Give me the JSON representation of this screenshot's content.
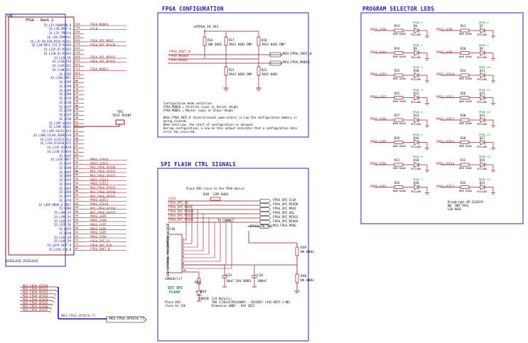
{
  "fpga_bank": {
    "ref": "U4C",
    "name": "FPGA - Bank 2",
    "part": "XC6SLX16-2CSG324C",
    "pins": [
      [
        "IO_L1P_HSWAPEN_0",
        "T15"
      ],
      [
        "IO_L1N_VREF_0",
        "T16"
      ],
      [
        "IO_L2P_CMPCLK",
        "U16"
      ],
      [
        "IO_L2N_CMPMOSI",
        "V16"
      ],
      [
        "IO_L3P_D0_DIN_MISO_MISO1",
        "R13"
      ],
      [
        "IO_L3N_MOSI_CSI_B_MISO0",
        "T13"
      ],
      [
        "IO_L12P_D1_MISO2",
        "U15"
      ],
      [
        "IO_L12N_D2_MISO3",
        "V15"
      ],
      [
        "IO_L13P_M1",
        "U13"
      ],
      [
        "IO_L13N_D10",
        "V13"
      ],
      [
        "IO_L14P_D11",
        "R11"
      ],
      [
        "IO_L14N_D12",
        "T11"
      ],
      [
        "IO_L16P",
        "U11"
      ],
      [
        "IO_L16N_VREF",
        "V11"
      ],
      [
        "IO_L19P",
        "N9"
      ],
      [
        "IO_L19N",
        "P9"
      ],
      [
        "IO_L20P",
        "T9"
      ],
      [
        "IO_L20N",
        "V9"
      ],
      [
        "IO_L21P",
        "R8"
      ],
      [
        "IO_L21N",
        "T8"
      ],
      [
        "IO_L22P",
        "N8"
      ],
      [
        "IO_L22N",
        "P8"
      ],
      [
        "IO_L23P",
        "U8"
      ],
      [
        "IO_L23N",
        "V8"
      ],
      [
        "IO_L29P_GCLK3",
        "U7"
      ],
      [
        "IO_L29N_GCLK2",
        "V7"
      ],
      [
        "IO_L30P_GCLK1_D13",
        "T7"
      ],
      [
        "IO_L30N_GCLK0_USERCCLK",
        "V6"
      ],
      [
        "IO_L31P_GCLK31_D14",
        "U6"
      ],
      [
        "IO_L31N_GCLK30_D15",
        "T6"
      ],
      [
        "IO_L32P_GCLK29",
        "R7"
      ],
      [
        "IO_L32N_GCLK28",
        "T5"
      ],
      [
        "IO_L41P",
        "R5"
      ],
      [
        "IO_L41N_VREF",
        "T4"
      ],
      [
        "IO_L43P",
        "U5"
      ],
      [
        "IO_L43N",
        "V5"
      ],
      [
        "IO_L44P",
        "N6"
      ],
      [
        "IO_L44N",
        "P6"
      ],
      [
        "IO_L45P",
        "U4"
      ],
      [
        "IO_L45N",
        "V4"
      ],
      [
        "IO_L46P",
        "M6"
      ],
      [
        "IO_L46N",
        "N5"
      ],
      [
        "IO_L47P",
        "R3"
      ],
      [
        "IO_L47N",
        "T3"
      ],
      [
        "IO_L48P_RDWR_B_VREF",
        "U3"
      ],
      [
        "IO_L48N",
        "V3"
      ],
      [
        "IO_L49P_D3",
        "N4"
      ],
      [
        "IO_L49N_D4",
        "P4"
      ],
      [
        "IO_L62P_D5",
        "P3"
      ],
      [
        "IO_L62N_D6",
        "T2"
      ],
      [
        "IO_L63P",
        "U2"
      ],
      [
        "IO_L63N",
        "V2"
      ],
      [
        "IO_L64P_D8",
        "U1"
      ],
      [
        "IO_L64N_D9",
        "V1"
      ],
      [
        "IO_L65P_INIT_B",
        "T1"
      ],
      [
        "IO_L65N_CSO_B",
        "U1"
      ]
    ],
    "net_labels": [
      {
        "row": 0,
        "text": "FPGA_MODE0"
      },
      {
        "row": 1,
        "text": "CCLK"
      },
      {
        "row": 4,
        "text": "FPGA_SPI_MOSI"
      },
      {
        "row": 5,
        "text": "FPGA_SPI_MISO0"
      },
      {
        "row": 8,
        "text": "FPGA_SPI_MISO2"
      },
      {
        "row": 9,
        "text": "FPGA_SPI_MISO3"
      },
      {
        "row": 11,
        "text": "FPGA_MODE1"
      },
      {
        "row": 33,
        "text": "PROG_LED14"
      },
      {
        "row": 34,
        "text": "PROG_LED15"
      },
      {
        "row": 35,
        "text": "MCU_FPGA_GPIO0"
      },
      {
        "row": 36,
        "text": "MCU_FPGA_GPIO1"
      },
      {
        "row": 37,
        "text": "MCU_FPGA_GPIO2"
      },
      {
        "row": 38,
        "text": "PROG_LED13"
      },
      {
        "row": 39,
        "text": "PROG_LED12"
      },
      {
        "row": 40,
        "text": "MCU_FPGA_GPIO3"
      },
      {
        "row": 41,
        "text": "MCU_FPGA_GPIO4"
      },
      {
        "row": 42,
        "text": "MCU_FPGA_GPIO5"
      },
      {
        "row": 43,
        "text": "PROG_LED11"
      },
      {
        "row": 44,
        "text": "PROG_LED10"
      },
      {
        "row": 45,
        "text": "MCU_FPGA_GPIO6"
      },
      {
        "row": 46,
        "text": "MCU_FPGA_GPIO7"
      },
      {
        "row": 47,
        "text": "PROG_LED9"
      },
      {
        "row": 48,
        "text": "PROG_LED8"
      },
      {
        "row": 49,
        "text": "PROG_LED7"
      },
      {
        "row": 50,
        "text": "PROG_LED6"
      },
      {
        "row": 51,
        "text": "PROG_LED5"
      },
      {
        "row": 52,
        "text": "PROG_LED4"
      },
      {
        "row": 53,
        "text": "FPGA_SPI_SS"
      },
      {
        "row": 54,
        "text": "FPGA_SPI_SCK"
      },
      {
        "row": 55,
        "text": "FPGA_INIT_B"
      }
    ],
    "test_point": {
      "ref": "TP2",
      "label": "TEST POINT"
    }
  },
  "gpio_bus": {
    "nets": [
      "MCU_FPGA_GPIO0",
      "MCU_FPGA_GPIO1",
      "MCU_FPGA_GPIO2",
      "MCU_FPGA_GPIO3",
      "MCU_FPGA_GPIO4",
      "MCU_FPGA_GPIO5",
      "MCU_FPGA_GPIO6",
      "MCU_FPGA_GPIO7"
    ],
    "bus_label": "MCU_FPGA_GPIO[0:7]",
    "port_label": "MCU_FPGA_GPIO[0:7]"
  },
  "fpga_config": {
    "title": "FPGA CONFIGURATION",
    "supply": "+VFPGA_IO_3V3",
    "resistors": [
      {
        "ref": "R16",
        "value": "10K 0402"
      },
      {
        "ref": "R17",
        "value": "2K43 0402 DNP"
      },
      {
        "ref": "R18",
        "value": "2K43 0402 DNP"
      },
      {
        "ref": "R21",
        "value": "2K43 0402 DNP"
      },
      {
        "ref": "R22",
        "value": "2K43 0402"
      }
    ],
    "nets": [
      "FPGA_INIT_B",
      "FPGA_MODE0",
      "FPGA_MODE1"
    ],
    "ports": [
      "MCU_FPGA_INIT_B",
      "MCU_FPGA_MODE1"
    ],
    "notes": [
      "Configuration mode selection:",
      "FPGA_MODE0 = Parallel (Low) or Serial (High)",
      "FPGA_MODE1 = Master (Low) or Slave (High)",
      "",
      "When FPGA_INIT_B (bidirectional open-drain) is Low the configuration memory is",
      "being cleared.",
      "When held Low, the start of configuration is delayed.",
      "During configuration, a Low on this output indicates that a  configuration data",
      "error has occurred."
    ]
  },
  "program_leds": {
    "title": "PROGRAM SELECTOR LEDS",
    "left": [
      {
        "net": "PROG_LED0",
        "r": "R14",
        "d": "D8",
        "fn": "PROG 0"
      },
      {
        "net": "PROG_LED1",
        "r": "R19",
        "d": "D9",
        "fn": "PROG 1"
      },
      {
        "net": "PROG_LED2",
        "r": "R23",
        "d": "D10",
        "fn": "PROG 2"
      },
      {
        "net": "PROG_LED3",
        "r": "R25",
        "d": "D12",
        "fn": "PROG 3"
      },
      {
        "net": "PROG_LED4",
        "r": "R27",
        "d": "D14",
        "fn": "PROG 4"
      },
      {
        "net": "PROG_LED5",
        "r": "R29",
        "d": "D16",
        "fn": "PROG 5"
      },
      {
        "net": "PROG_LED6",
        "r": "R31",
        "d": "D18",
        "fn": "PROG 6"
      },
      {
        "net": "PROG_LED7",
        "r": "R33",
        "d": "D20",
        "fn": "PROG 7"
      }
    ],
    "right": [
      {
        "net": "PROG_LED8",
        "r": "R15",
        "d": "D7",
        "fn": "PROG 8"
      },
      {
        "net": "PROG_LED9",
        "r": "R20",
        "d": "D9",
        "fn": "PROG 9"
      },
      {
        "net": "PROG_LED10",
        "r": "R24",
        "d": "D11",
        "fn": "PROG 10"
      },
      {
        "net": "PROG_LED11",
        "r": "R26",
        "d": "D13",
        "fn": "PROG 11"
      },
      {
        "net": "PROG_LED12",
        "r": "R28",
        "d": "D15",
        "fn": "PROG 12"
      },
      {
        "net": "PROG_LED13",
        "r": "R30",
        "d": "D17",
        "fn": "PROG 13"
      },
      {
        "net": "PROG_LED14",
        "r": "R32",
        "d": "D19",
        "fn": "PROG 14"
      },
      {
        "net": "PROG_LED15",
        "r": "R34",
        "d": "D21",
        "fn": "PROG 15"
      }
    ],
    "res_value": "68R 0402",
    "led_color": "YELLOW",
    "footnote": [
      "Kingbright KP-2236SYC",
      "NB: 2ND-TPAS",
      "LED 0603"
    ]
  },
  "spi_flash": {
    "title": "SPI FLASH CTRL SIGNALS",
    "place_note": "Place R39 close to the FPGA device",
    "r39": {
      "ref": "R38",
      "value": "22R 0402"
    },
    "nets": [
      "CCLK",
      "FPGA_SPI_SS",
      "FPGA_SPI_MOSI",
      "FPGA_SPI_MISO0",
      "FPGA_SPI_MISO2",
      "FPGA_SPI_MISO3"
    ],
    "ports": [
      "FPGA_SPI_CCLK",
      "FPGA_SPI_MISO0",
      "FPGA_SPI_MOSI",
      "FPGA_SPI_SEL",
      "FPGA_SPI_MISO2",
      "FPGA_SPI_MISO3",
      "MCU_FPGA_PROG"
    ],
    "to_connect": "TO CONNECT",
    "supply": "+VFPGA_IO_3V3",
    "j10": "J10",
    "conn_label": "SPI EXTERNAL PROGRAMMING HEADER",
    "pin_numbers": [
      "1",
      "2",
      "3",
      "4",
      "5",
      "6",
      "7",
      "8",
      "9",
      "10"
    ],
    "conn_part": "CON10(1)7",
    "ext_label": [
      "EXT SPI",
      "FLASH"
    ],
    "r_right": [
      {
        "ref": "R39",
        "value": "NA 0402"
      },
      {
        "ref": "R40",
        "value": "NA 0402"
      }
    ],
    "caps": [
      {
        "ref": "C33",
        "value": "10uF 16V 0805"
      },
      {
        "ref": "C34",
        "value": "100nF"
      }
    ],
    "r50": {
      "ref": "R50",
      "value": ""
    },
    "led": {
      "ref": "D29",
      "color": "GREEN"
    },
    "place_d29": [
      "Place D29",
      "close to J10"
    ],
    "details": [
      "C33 Details:",
      "TDK (C2012X7R1A106M) - DIGIKEY (445-6857-1-ND)",
      "Dimension 0805 - 8th 2012"
    ]
  }
}
